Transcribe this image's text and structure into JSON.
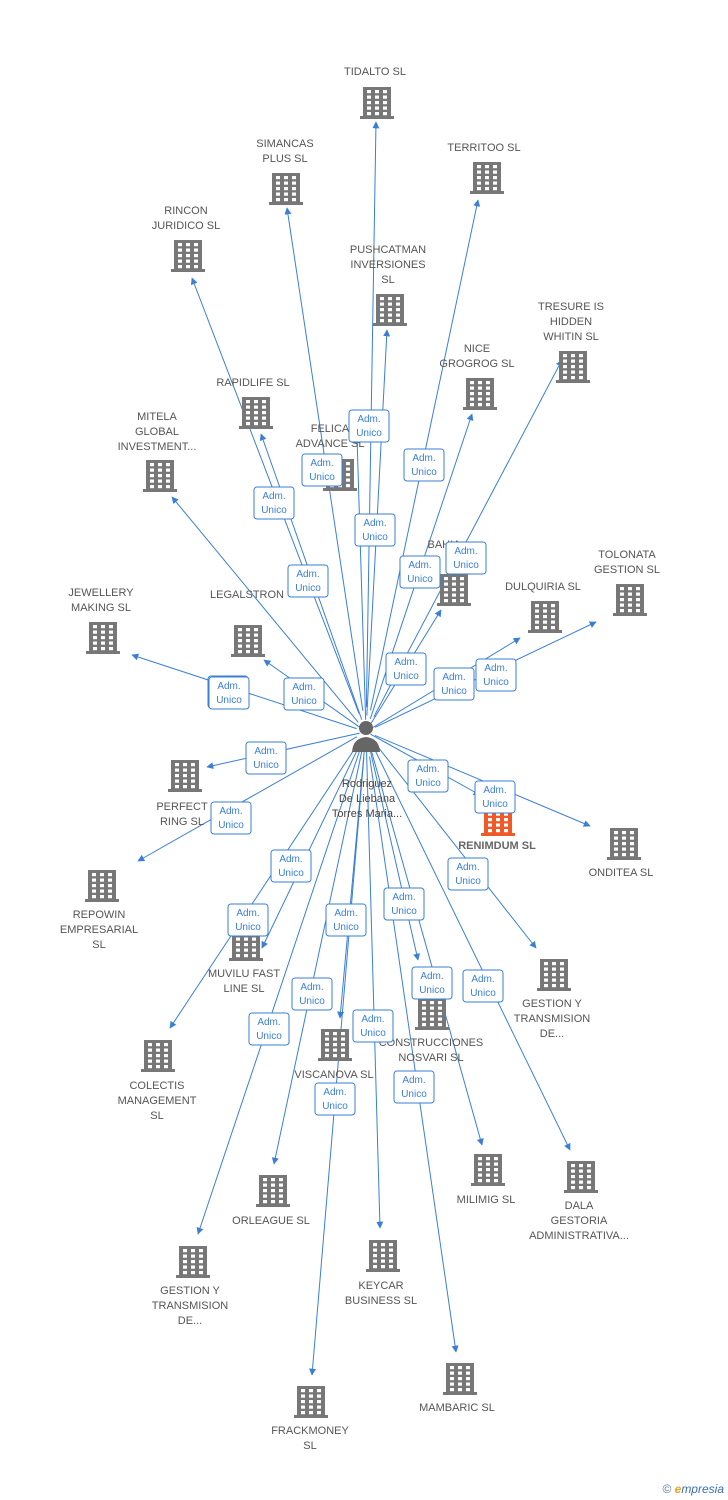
{
  "center": {
    "name_lines": [
      "Rodriguez",
      "De Liebana",
      "Torres Maria..."
    ]
  },
  "badge": {
    "line1": "Adm.",
    "line2": "Unico"
  },
  "colors": {
    "edge": "#3a7fd5",
    "building": "#777777",
    "highlight": "#f05a28"
  },
  "footer": {
    "copyright": "©",
    "brand_e": "e",
    "brand_rest": "mpresia"
  },
  "nodes": [
    {
      "id": "tidalto",
      "label_lines": [
        "TIDALTO  SL"
      ]
    },
    {
      "id": "simancas",
      "label_lines": [
        "SIMANCAS",
        "PLUS  SL"
      ]
    },
    {
      "id": "territoo",
      "label_lines": [
        "TERRITOO  SL"
      ]
    },
    {
      "id": "rincon",
      "label_lines": [
        "RINCON",
        "JURIDICO SL"
      ]
    },
    {
      "id": "pushcatman",
      "label_lines": [
        "PUSHCATMAN",
        "INVERSIONES",
        "SL"
      ]
    },
    {
      "id": "tresure",
      "label_lines": [
        "TRESURE IS",
        "HIDDEN",
        "WHITIN  SL"
      ]
    },
    {
      "id": "nice",
      "label_lines": [
        "NICE",
        "GROGROG  SL"
      ]
    },
    {
      "id": "rapidlife",
      "label_lines": [
        "RAPIDLIFE  SL"
      ]
    },
    {
      "id": "mitela",
      "label_lines": [
        "MITELA",
        "GLOBAL",
        "INVESTMENT..."
      ]
    },
    {
      "id": "felica",
      "label_lines": [
        "FELICA",
        "ADVANCE  SL"
      ]
    },
    {
      "id": "bahia",
      "label_lines": [
        "BAHIA",
        ""
      ]
    },
    {
      "id": "tolonata",
      "label_lines": [
        "TOLONATA",
        "GESTION  SL"
      ]
    },
    {
      "id": "dulquiria",
      "label_lines": [
        "DULQUIRIA  SL"
      ]
    },
    {
      "id": "jewellery",
      "label_lines": [
        "JEWELLERY",
        "MAKING  SL"
      ]
    },
    {
      "id": "legalstron",
      "label_lines": [
        "LEGALSTRON"
      ]
    },
    {
      "id": "perfect",
      "label_lines": [
        "PERFECT",
        "RING  SL"
      ]
    },
    {
      "id": "renimdum",
      "label_lines": [
        "RENIMDUM  SL"
      ]
    },
    {
      "id": "onditea",
      "label_lines": [
        "ONDITEA  SL"
      ]
    },
    {
      "id": "repowin",
      "label_lines": [
        "REPOWIN",
        "EMPRESARIAL",
        "SL"
      ]
    },
    {
      "id": "muvilu",
      "label_lines": [
        "MUVILU FAST",
        "LINE  SL"
      ]
    },
    {
      "id": "gestion1",
      "label_lines": [
        "GESTION Y",
        "TRANSMISION",
        "DE..."
      ]
    },
    {
      "id": "construcciones",
      "label_lines": [
        "CONSTRUCCIONES",
        "NOSVARI SL"
      ]
    },
    {
      "id": "colectis",
      "label_lines": [
        "COLECTIS",
        "MANAGEMENT",
        "SL"
      ]
    },
    {
      "id": "viscanova",
      "label_lines": [
        "VISCANOVA  SL"
      ]
    },
    {
      "id": "milimig",
      "label_lines": [
        "MILIMIG  SL"
      ]
    },
    {
      "id": "dala",
      "label_lines": [
        "DALA",
        "GESTORIA",
        "ADMINISTRATIVA..."
      ]
    },
    {
      "id": "orleague",
      "label_lines": [
        "ORLEAGUE  SL"
      ]
    },
    {
      "id": "keycar",
      "label_lines": [
        "KEYCAR",
        "BUSINESS  SL"
      ]
    },
    {
      "id": "gestion2",
      "label_lines": [
        "GESTION Y",
        "TRANSMISION",
        "DE..."
      ]
    },
    {
      "id": "mambaric",
      "label_lines": [
        "MAMBARIC  SL"
      ]
    },
    {
      "id": "frackmoney",
      "label_lines": [
        "FRACKMONEY",
        "SL"
      ]
    }
  ]
}
